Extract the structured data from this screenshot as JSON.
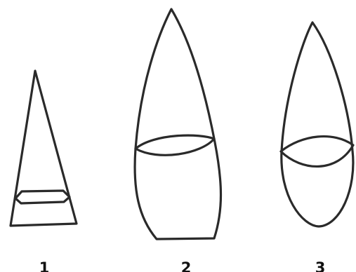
{
  "figures": [
    {
      "id": "1",
      "label": "1",
      "shape": "cone",
      "cross_section": "flat polygon"
    },
    {
      "id": "2",
      "label": "2",
      "shape": "tall pointed body with flat base",
      "cross_section": "ellipse"
    },
    {
      "id": "3",
      "label": "3",
      "shape": "pointed oval body",
      "cross_section": "ellipse"
    }
  ],
  "colors": {
    "stroke": "#2a2a2a",
    "background": "#ffffff",
    "label": "#111111"
  }
}
